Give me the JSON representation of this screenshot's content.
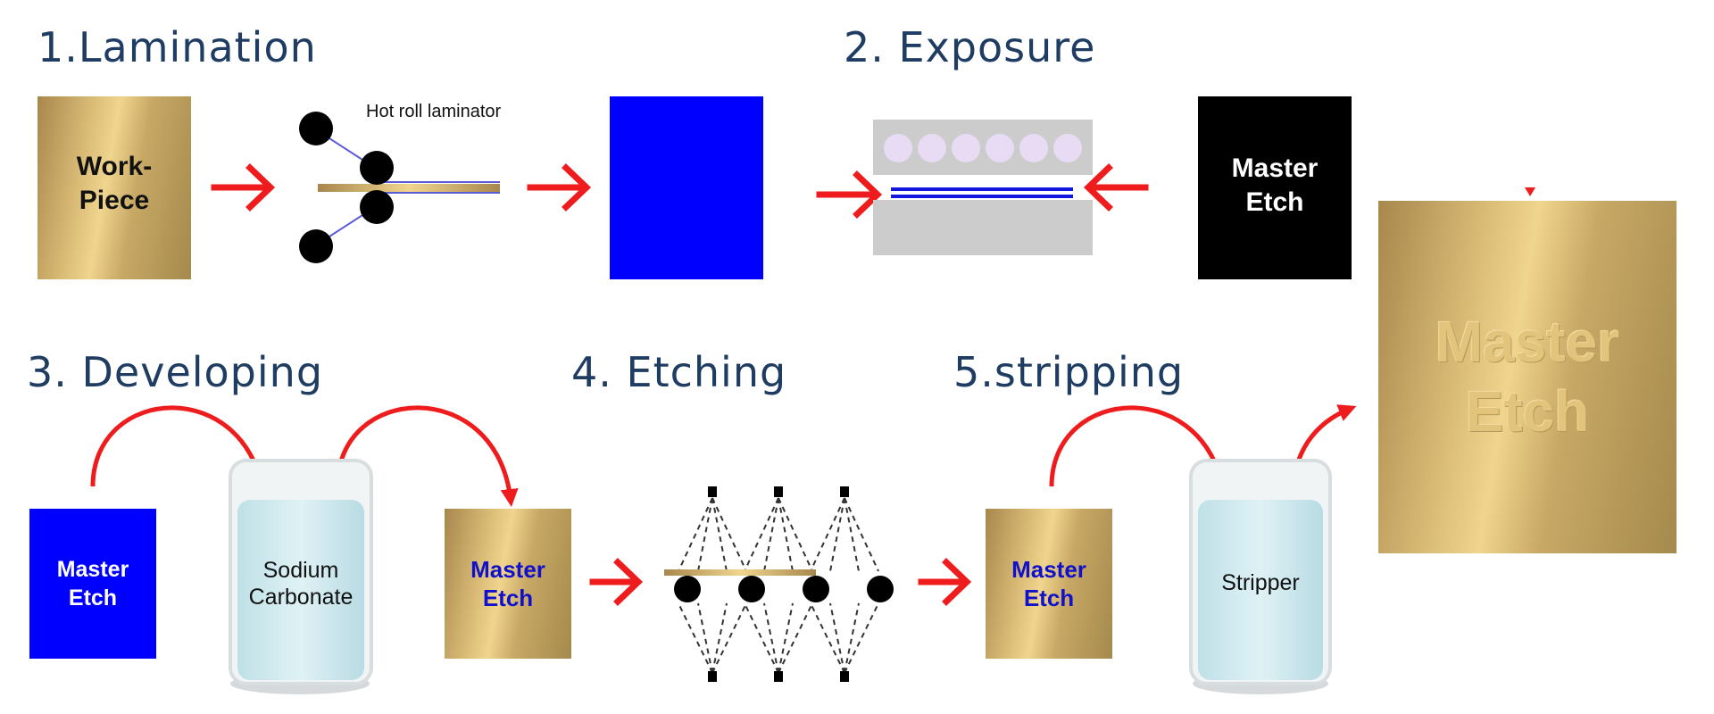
{
  "steps": {
    "lamination": "1.Lamination",
    "exposure": "2. Exposure",
    "developing": "3. Developing",
    "etching": "4. Etching",
    "stripping": "5.stripping"
  },
  "workpiece": {
    "line1": "Work-",
    "line2": "Piece"
  },
  "laminator": {
    "label": "Hot roll laminator"
  },
  "mask": {
    "line1": "Master",
    "line2": "Etch"
  },
  "developing_card": {
    "line1": "Master",
    "line2": "Etch"
  },
  "beaker_developer": {
    "line1": "Sodium",
    "line2": "Carbonate"
  },
  "developed_card": {
    "line1": "Master",
    "line2": "Etch"
  },
  "etched_card": {
    "line1": "Master",
    "line2": "Etch"
  },
  "beaker_stripper": {
    "label": "Stripper"
  },
  "final_plate": {
    "line1": "Master",
    "line2": "Etch"
  },
  "colors": {
    "title": "#1f3d63",
    "arrow": "#ee1c1c",
    "resist_blue": "#0000ff",
    "gold": "#c9a865",
    "liquid": "#cce8ee",
    "lamp": "#e8dcf5",
    "exposure_frame": "#cccccc"
  }
}
